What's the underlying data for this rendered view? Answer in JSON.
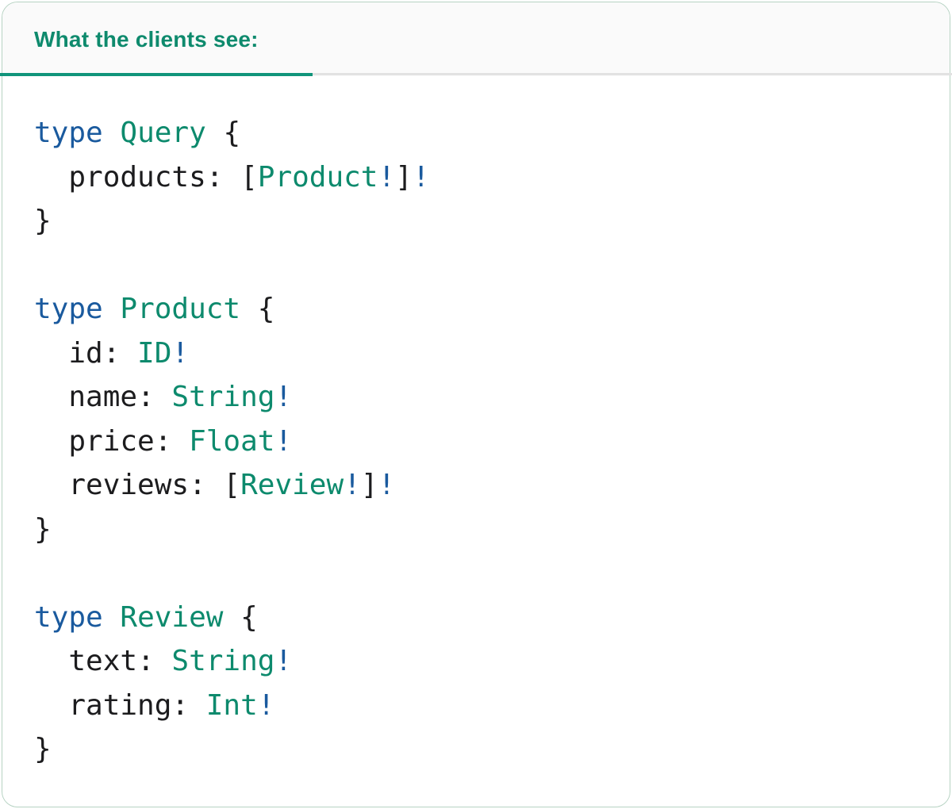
{
  "tab": {
    "label": "What the clients see:"
  },
  "colors": {
    "keyword_blue": "#1a5a9e",
    "typename_teal": "#0d8a6d",
    "bang_blue": "#1a5a9e",
    "plain_dark": "#1c1c1e",
    "tab_text_teal": "#0e8a6d",
    "active_underline_teal": "#10947a",
    "divider_gray": "#e2e2e2",
    "card_border_sage": "#b7d3c3",
    "header_bg": "#fafafa",
    "code_bg": "#ffffff"
  },
  "code": {
    "language": "graphql",
    "blocks": [
      {
        "name": "Query",
        "lines": [
          [
            {
              "c": "kw",
              "s": "type"
            },
            {
              "c": "pl",
              "s": " "
            },
            {
              "c": "ty",
              "s": "Query"
            },
            {
              "c": "pl",
              "s": " {"
            }
          ],
          [
            {
              "c": "pl",
              "s": "  products: ["
            },
            {
              "c": "ty",
              "s": "Product"
            },
            {
              "c": "bg",
              "s": "!"
            },
            {
              "c": "pl",
              "s": "]"
            },
            {
              "c": "bg",
              "s": "!"
            }
          ],
          [
            {
              "c": "pl",
              "s": "}"
            }
          ]
        ]
      },
      {
        "name": "Product",
        "lines": [
          [
            {
              "c": "kw",
              "s": "type"
            },
            {
              "c": "pl",
              "s": " "
            },
            {
              "c": "ty",
              "s": "Product"
            },
            {
              "c": "pl",
              "s": " {"
            }
          ],
          [
            {
              "c": "pl",
              "s": "  id: "
            },
            {
              "c": "ty",
              "s": "ID"
            },
            {
              "c": "bg",
              "s": "!"
            }
          ],
          [
            {
              "c": "pl",
              "s": "  name: "
            },
            {
              "c": "ty",
              "s": "String"
            },
            {
              "c": "bg",
              "s": "!"
            }
          ],
          [
            {
              "c": "pl",
              "s": "  price: "
            },
            {
              "c": "ty",
              "s": "Float"
            },
            {
              "c": "bg",
              "s": "!"
            }
          ],
          [
            {
              "c": "pl",
              "s": "  reviews: ["
            },
            {
              "c": "ty",
              "s": "Review"
            },
            {
              "c": "bg",
              "s": "!"
            },
            {
              "c": "pl",
              "s": "]"
            },
            {
              "c": "bg",
              "s": "!"
            }
          ],
          [
            {
              "c": "pl",
              "s": "}"
            }
          ]
        ]
      },
      {
        "name": "Review",
        "lines": [
          [
            {
              "c": "kw",
              "s": "type"
            },
            {
              "c": "pl",
              "s": " "
            },
            {
              "c": "ty",
              "s": "Review"
            },
            {
              "c": "pl",
              "s": " {"
            }
          ],
          [
            {
              "c": "pl",
              "s": "  text: "
            },
            {
              "c": "ty",
              "s": "String"
            },
            {
              "c": "bg",
              "s": "!"
            }
          ],
          [
            {
              "c": "pl",
              "s": "  rating: "
            },
            {
              "c": "ty",
              "s": "Int"
            },
            {
              "c": "bg",
              "s": "!"
            }
          ],
          [
            {
              "c": "pl",
              "s": "}"
            }
          ]
        ]
      }
    ]
  }
}
